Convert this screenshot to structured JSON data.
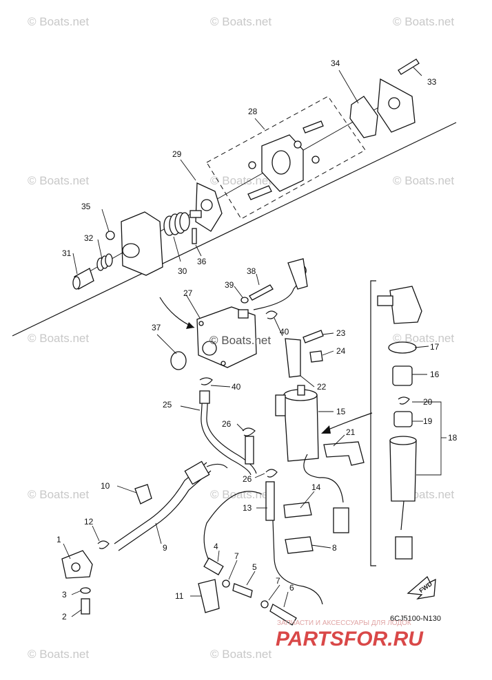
{
  "watermark": "© Boats.net",
  "center_watermark": "© Boats.net",
  "diagram_code": "6CJ5100-N130",
  "fwd_label": "FWD",
  "brand_top": "ЗАПЧАСТИ И АКСЕССУАРЫ ДЛЯ ЛОДОК",
  "brand_bottom": "PARTSFOR.RU",
  "callouts": {
    "c1": "1",
    "c2": "2",
    "c3": "3",
    "c4": "4",
    "c5": "5",
    "c6": "6",
    "c7a": "7",
    "c7b": "7",
    "c8": "8",
    "c9": "9",
    "c10": "10",
    "c11": "11",
    "c12": "12",
    "c13": "13",
    "c14": "14",
    "c15": "15",
    "c16": "16",
    "c17": "17",
    "c18": "18",
    "c19": "19",
    "c20": "20",
    "c21": "21",
    "c22": "22",
    "c23": "23",
    "c24": "24",
    "c25": "25",
    "c26a": "26",
    "c26b": "26",
    "c27": "27",
    "c28": "28",
    "c29": "29",
    "c30": "30",
    "c31": "31",
    "c32": "32",
    "c33": "33",
    "c34": "34",
    "c35": "35",
    "c36": "36",
    "c37": "37",
    "c38": "38",
    "c39": "39",
    "c40a": "40",
    "c40b": "40"
  }
}
